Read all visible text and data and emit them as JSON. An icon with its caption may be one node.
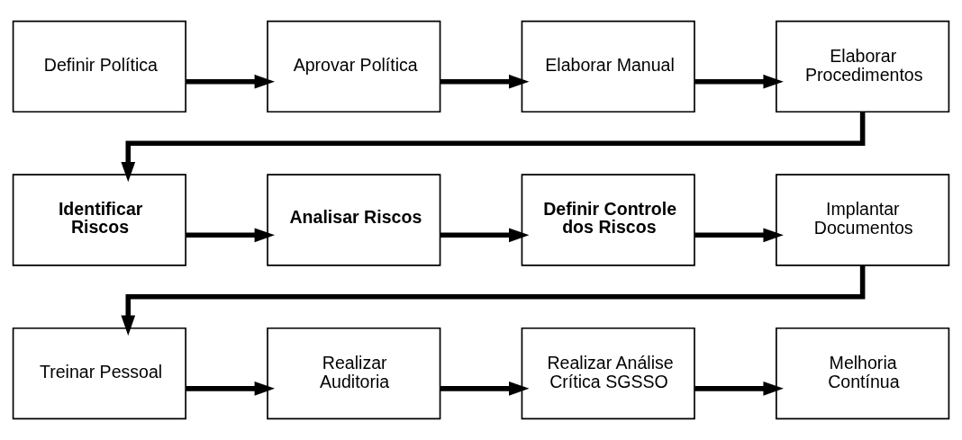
{
  "diagram": {
    "nodes": [
      {
        "text": [
          "Definir Política"
        ]
      },
      {
        "text": [
          "Aprovar Política"
        ]
      },
      {
        "text": [
          "Elaborar Manual"
        ]
      },
      {
        "text": [
          "Elaborar Procedimentos"
        ]
      },
      {
        "text": [
          "Identificar Riscos"
        ]
      },
      {
        "text": [
          "Analisar Riscos"
        ]
      },
      {
        "text": [
          "Definir Controle dos Riscos"
        ]
      },
      {
        "text": [
          "Implantar Documentos"
        ]
      },
      {
        "text": [
          "Treinar Pessoal"
        ]
      },
      {
        "text": [
          "Realizar Auditoria"
        ]
      },
      {
        "text": [
          "Realizar Análise Crítica SGSSO"
        ]
      },
      {
        "text": [
          "Melhoria Contínua"
        ]
      }
    ],
    "edges": [
      {
        "from": 0,
        "to": 1,
        "arrow": "to"
      },
      {
        "from": 1,
        "to": 2,
        "arrow": "to"
      },
      {
        "from": 2,
        "to": 3,
        "arrow": "to"
      },
      {
        "from": 3,
        "to": 4,
        "arrow": "to"
      },
      {
        "from": 4,
        "to": 5,
        "arrow": "to"
      },
      {
        "from": 5,
        "to": 6,
        "arrow": "to"
      },
      {
        "from": 6,
        "to": 7,
        "arrow": "to"
      },
      {
        "from": 7,
        "to": 8,
        "arrow": "to"
      },
      {
        "from": 8,
        "to": 9,
        "arrow": "to"
      },
      {
        "from": 9,
        "to": 10,
        "arrow": "to"
      },
      {
        "from": 10,
        "to": 11,
        "arrow": "to"
      }
    ]
  }
}
